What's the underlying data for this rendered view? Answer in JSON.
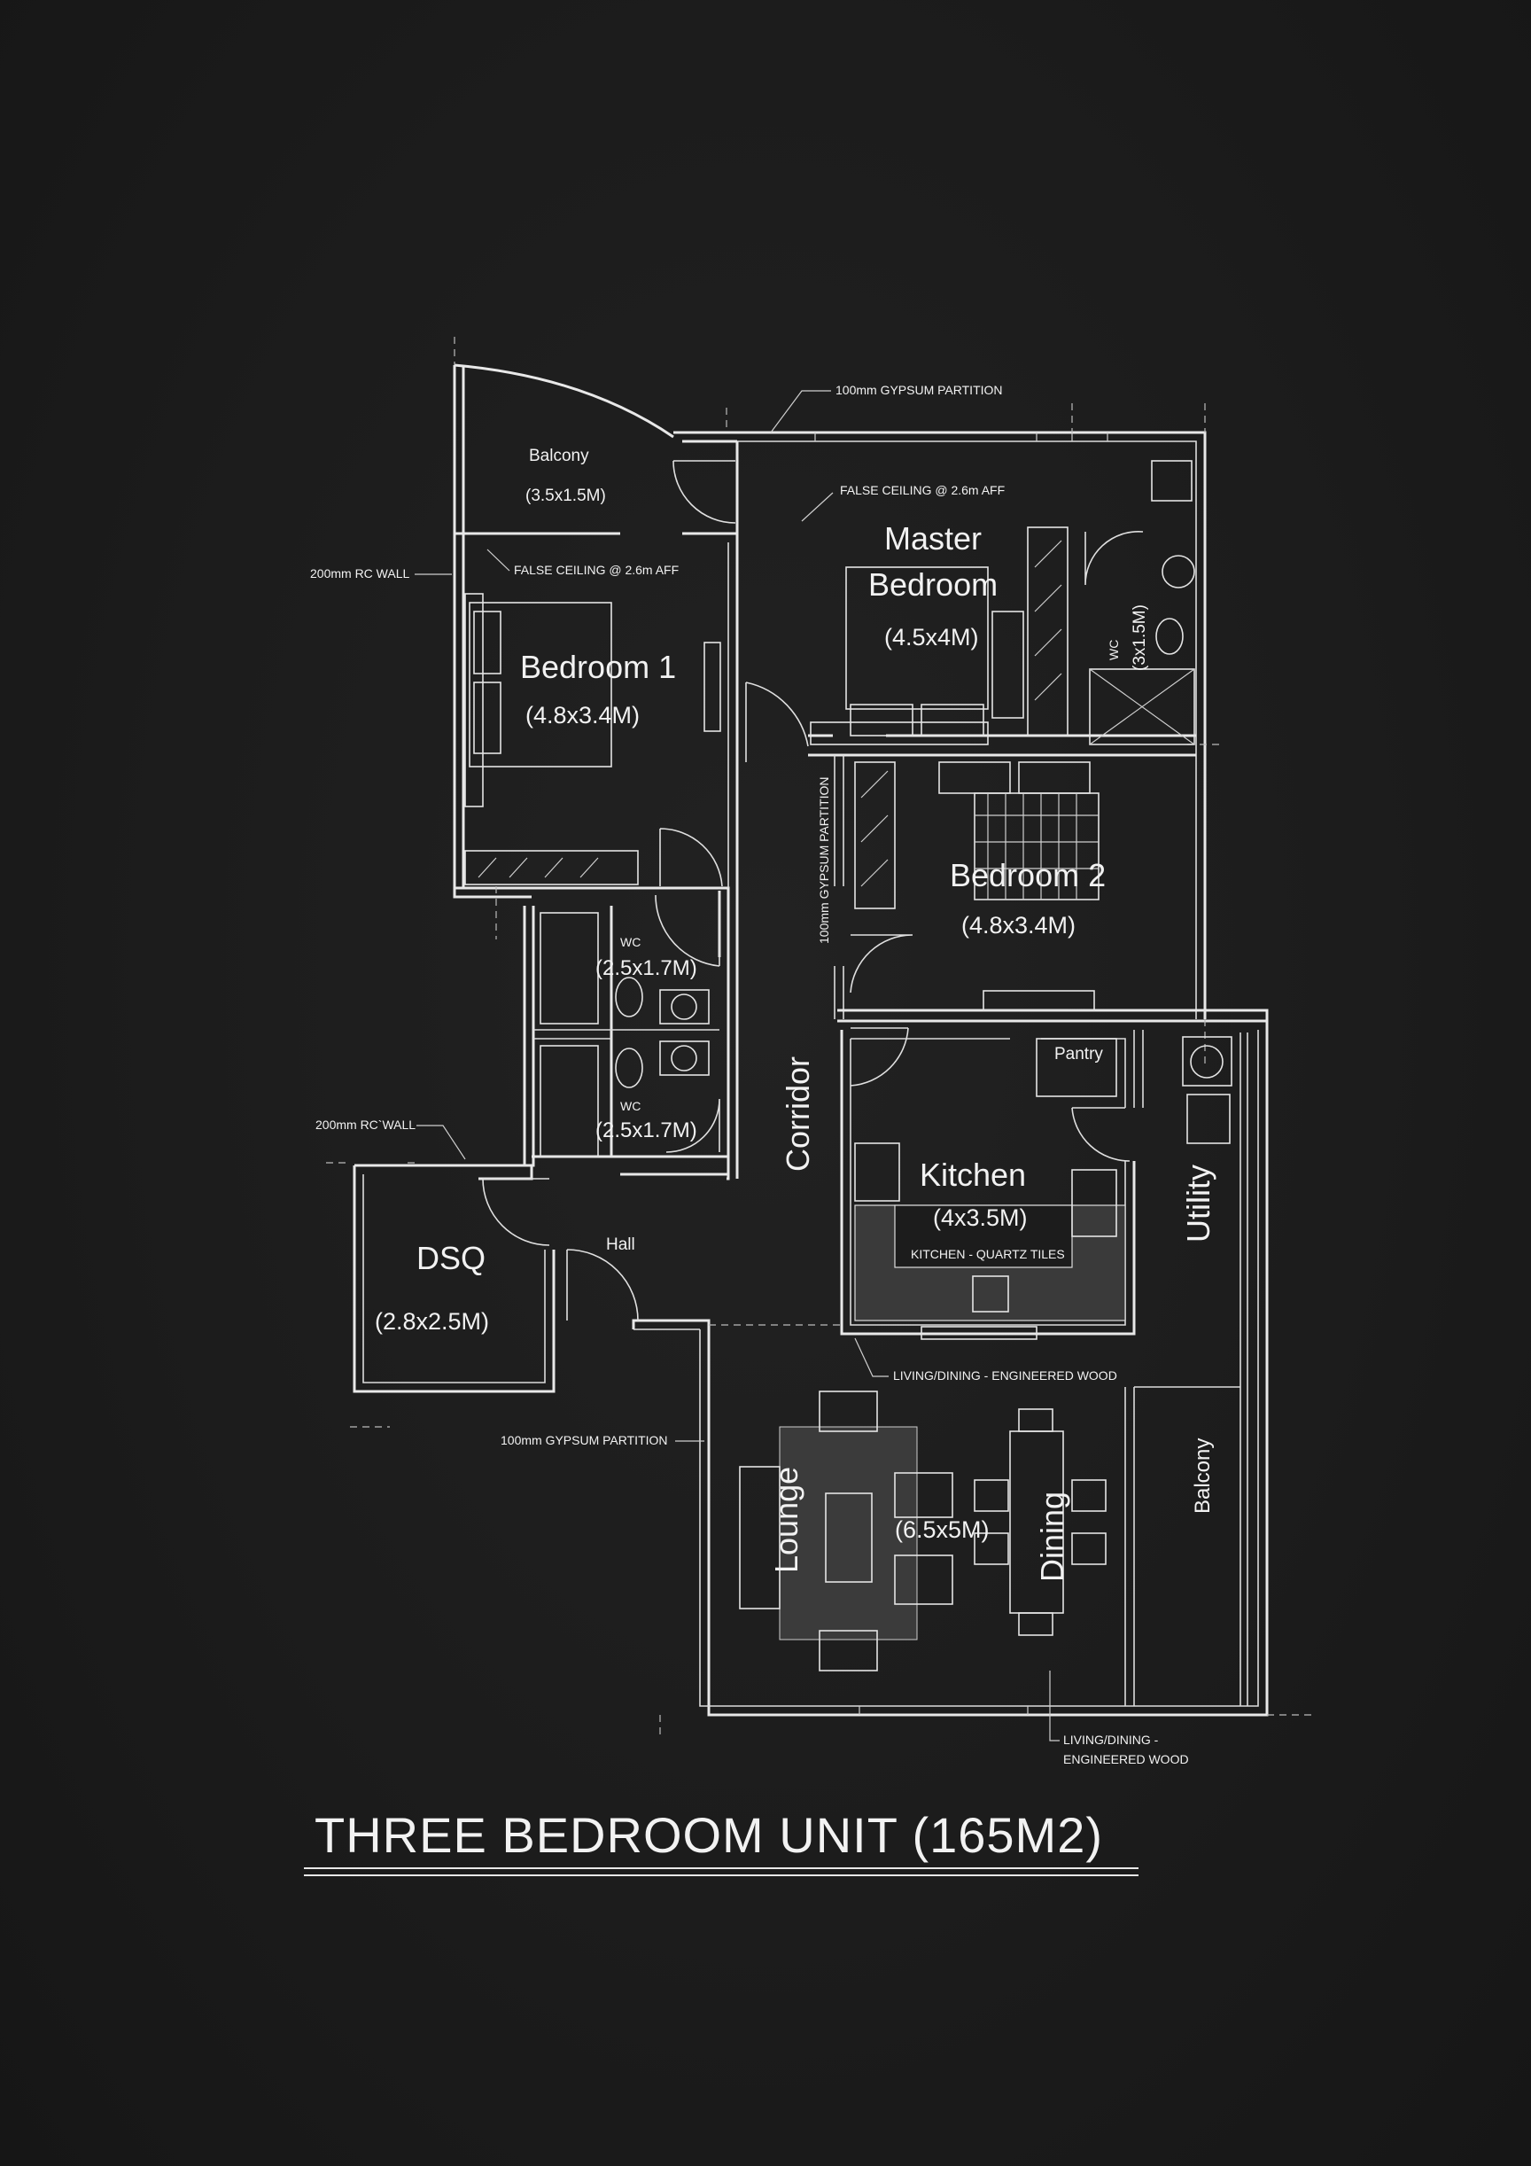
{
  "title": "THREE  BEDROOM UNIT (165M2)",
  "rooms": {
    "balcony_top": "Balcony",
    "balcony_top_dim": "(3.5x1.5M)",
    "master_1": "Master",
    "master_2": "Bedroom",
    "master_dim": "(4.5x4M)",
    "bed1": "Bedroom 1",
    "bed1_dim": "(4.8x3.4M)",
    "bed2": "Bedroom 2",
    "bed2_dim": "(4.8x3.4M)",
    "wc_upper": "WC",
    "wc_upper_dim": "(2.5x1.7M)",
    "wc_lower": "WC",
    "wc_lower_dim": "(2.5x1.7M)",
    "ensuite_wc": "WC",
    "ensuite_dim": "(3x1.5M)",
    "corridor": "Corridor",
    "pantry": "Pantry",
    "kitchen": "Kitchen",
    "kitchen_dim": "(4x3.5M)",
    "kitchen_note": "KITCHEN - QUARTZ TILES",
    "utility": "Utility",
    "dsq": "DSQ",
    "dsq_dim": "(2.8x2.5M)",
    "hall": "Hall",
    "lounge": "Lounge",
    "living_dim": "(6.5x5M)",
    "dining": "Dining",
    "balcony_right": "Balcony"
  },
  "notes": {
    "gypsum_top": "100mm GYPSUM PARTITION",
    "false_ceiling_master": "FALSE CEILING @ 2.6m AFF",
    "false_ceiling_bed1": "FALSE CEILING @ 2.6m AFF",
    "rc_wall_top": "200mm RC WALL",
    "gypsum_vertical": "100mm GYPSUM PARTITION",
    "rc_wall_lower": "200mm RC`WALL",
    "gypsum_lower": "100mm GYPSUM PARTITION",
    "living_floor": "LIVING/DINING - ENGINEERED WOOD",
    "living_floor_2a": "LIVING/DINING -",
    "living_floor_2b": "ENGINEERED WOOD"
  },
  "colors": {
    "background": "#1c1c1c",
    "lines": "#e8e8e8"
  }
}
